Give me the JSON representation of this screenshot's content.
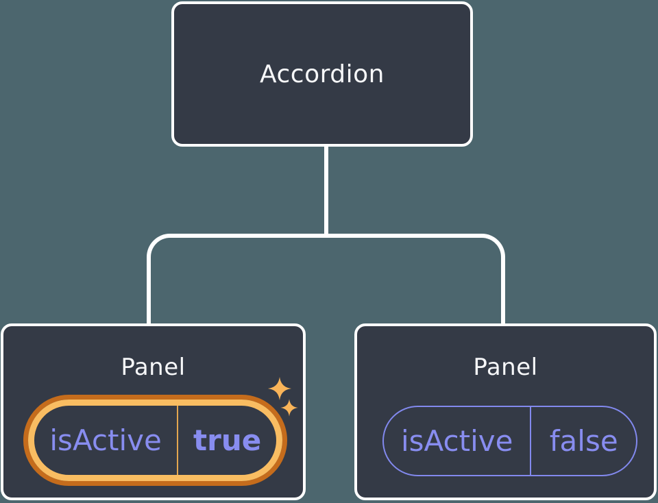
{
  "diagram": {
    "description": "React component tree with state",
    "tree": {
      "root": {
        "label": "Accordion"
      },
      "children": [
        {
          "label": "Panel",
          "highlighted": true,
          "state": {
            "key": "isActive",
            "value": "true"
          }
        },
        {
          "label": "Panel",
          "highlighted": false,
          "state": {
            "key": "isActive",
            "value": "false"
          }
        }
      ]
    }
  },
  "colors": {
    "background": "#4C666E",
    "node_fill": "#343A46",
    "node_border": "#FFFFFF",
    "connector": "#FFFFFF",
    "state_text": "#888DF0",
    "highlight_ring_outer": "#C56C1C",
    "highlight_ring_inner": "#F9BD62",
    "highlight_divider": "#E4A74F",
    "sparkle": "#F9B459"
  },
  "icons": {
    "sparkle_big": "four-point-star",
    "sparkle_small": "four-point-star"
  }
}
